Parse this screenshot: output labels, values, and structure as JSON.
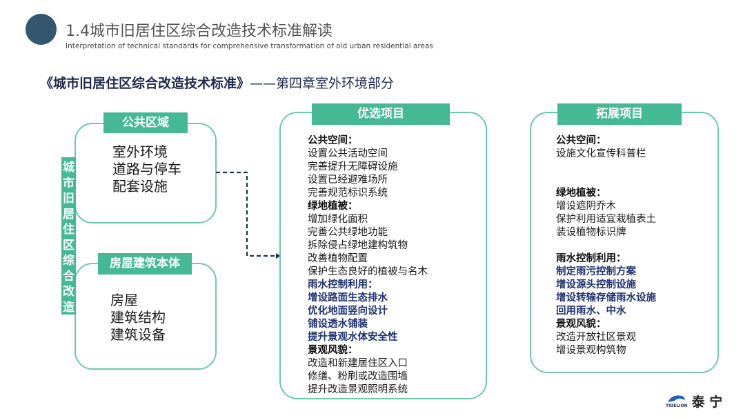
{
  "header": {
    "title": "1.4城市旧居住区综合改造技术标准解读",
    "subtitle": "Interpretation of technical standards for comprehensive transformation of old urban residential areas"
  },
  "heading": {
    "book": "《城市旧居住区综合改造技术标准》",
    "chapter": "——第四章室外环境部分"
  },
  "side_label": [
    "城",
    "市",
    "旧",
    "居",
    "住",
    "区",
    "综",
    "合",
    "改",
    "造"
  ],
  "public_area": {
    "tag": "公共区域",
    "items": [
      "室外环境",
      "道路与停车",
      "配套设施"
    ]
  },
  "building": {
    "tag": "房屋建筑本体",
    "items": [
      "房屋",
      "建筑结构",
      "建筑设备"
    ]
  },
  "preferred": {
    "tag": "优选项目",
    "lines": [
      {
        "t": "公共空间：",
        "s": "h"
      },
      {
        "t": "设置公共活动空间",
        "s": "n"
      },
      {
        "t": "完善提升无障碍设施",
        "s": "n"
      },
      {
        "t": "设置已经避难场所",
        "s": "n"
      },
      {
        "t": "完善规范标识系统",
        "s": "n"
      },
      {
        "t": "绿地植被：",
        "s": "h"
      },
      {
        "t": "增加绿化面积",
        "s": "n"
      },
      {
        "t": "完善公共绿地功能",
        "s": "n"
      },
      {
        "t": "拆除侵占绿地建构筑物",
        "s": "n"
      },
      {
        "t": "改善植物配置",
        "s": "n"
      },
      {
        "t": "保护生态良好的植被与名木",
        "s": "n"
      },
      {
        "t": "雨水控制利用：",
        "s": "b"
      },
      {
        "t": "增设路面生态排水",
        "s": "b"
      },
      {
        "t": "优化地面竖向设计",
        "s": "b"
      },
      {
        "t": "铺设透水铺装",
        "s": "b"
      },
      {
        "t": "提升景观水体安全性",
        "s": "b"
      },
      {
        "t": "景观风貌：",
        "s": "h"
      },
      {
        "t": "改造和新建居住区入口",
        "s": "n"
      },
      {
        "t": "修缮、粉刷或改造围墙",
        "s": "n"
      },
      {
        "t": "提升改造景观照明系统",
        "s": "n"
      }
    ]
  },
  "extended": {
    "tag": "拓展项目",
    "lines": [
      {
        "t": "公共空间：",
        "s": "h"
      },
      {
        "t": "设施文化宣传科普栏",
        "s": "n"
      },
      {
        "t": "",
        "s": "n"
      },
      {
        "t": "",
        "s": "n"
      },
      {
        "t": "绿地植被：",
        "s": "h"
      },
      {
        "t": "增设遮阴乔木",
        "s": "n"
      },
      {
        "t": "保护利用适宜栽植表土",
        "s": "n"
      },
      {
        "t": "装设植物标识牌",
        "s": "n"
      },
      {
        "t": "",
        "s": "n"
      },
      {
        "t": "雨水控制利用：",
        "s": "h"
      },
      {
        "t": "制定雨污控制方案",
        "s": "b"
      },
      {
        "t": "增设源头控制设施",
        "s": "b"
      },
      {
        "t": "增设转输存储雨水设施",
        "s": "b"
      },
      {
        "t": "回用雨水、中水",
        "s": "b"
      },
      {
        "t": "景观风貌：",
        "s": "h"
      },
      {
        "t": "改造开放社区景观",
        "s": "n"
      },
      {
        "t": "增设景观构筑物",
        "s": "n"
      }
    ]
  },
  "logo": {
    "brand": "TIDELION",
    "name": "泰 宁"
  },
  "colors": {
    "accent": "#45b993",
    "border": "#6ccaa8",
    "navy": "#1f3370",
    "circle": "#34576e"
  }
}
